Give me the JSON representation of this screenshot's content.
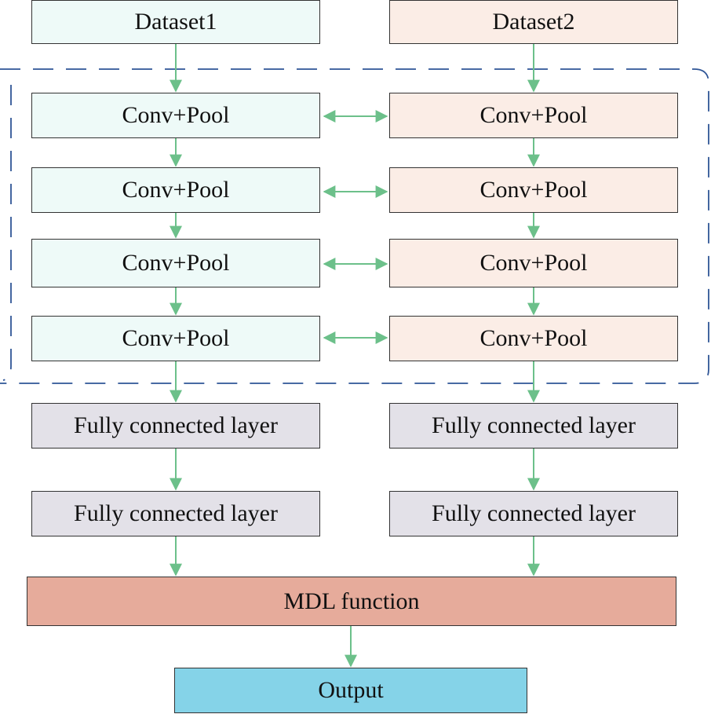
{
  "branch1": {
    "dataset": "Dataset1",
    "conv_layers": [
      "Conv+Pool",
      "Conv+Pool",
      "Conv+Pool",
      "Conv+Pool"
    ],
    "fc_layers": [
      "Fully connected layer",
      "Fully connected layer"
    ]
  },
  "branch2": {
    "dataset": "Dataset2",
    "conv_layers": [
      "Conv+Pool",
      "Conv+Pool",
      "Conv+Pool",
      "Conv+Pool"
    ],
    "fc_layers": [
      "Fully connected layer",
      "Fully connected layer"
    ]
  },
  "mdl": "MDL function",
  "output": "Output",
  "colors": {
    "branch1_fill": "#eefaf8",
    "branch2_fill": "#fbede6",
    "fc_fill": "#e3e1e8",
    "mdl_fill": "#e6ab9b",
    "output_fill": "#85d3e8",
    "arrow": "#6cc08a",
    "dashed_region": "#2f5596"
  }
}
